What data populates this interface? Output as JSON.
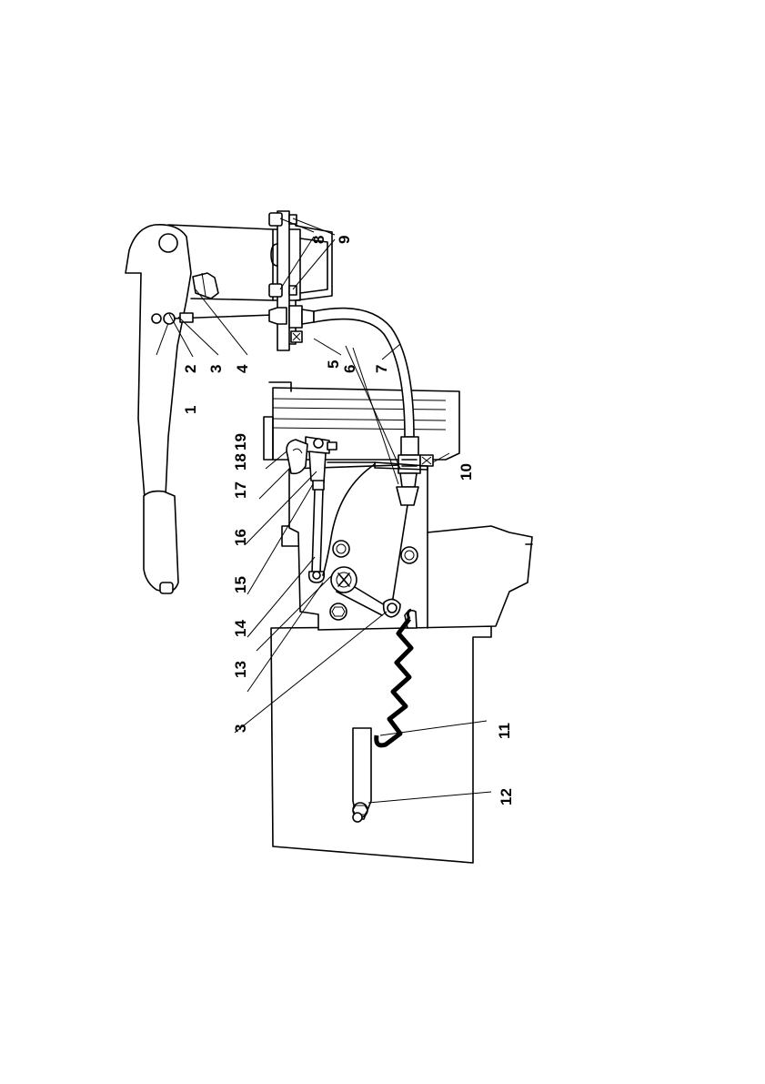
{
  "colors": {
    "line": "#000000",
    "background": "#ffffff",
    "spring": "#000000"
  },
  "callouts": [
    {
      "id": "1",
      "label": "1"
    },
    {
      "id": "2",
      "label": "2"
    },
    {
      "id": "3a",
      "label": "3"
    },
    {
      "id": "4",
      "label": "4"
    },
    {
      "id": "5",
      "label": "5"
    },
    {
      "id": "6",
      "label": "6"
    },
    {
      "id": "7",
      "label": "7"
    },
    {
      "id": "8",
      "label": "8"
    },
    {
      "id": "9",
      "label": "9"
    },
    {
      "id": "10",
      "label": "10"
    },
    {
      "id": "11",
      "label": "11"
    },
    {
      "id": "12",
      "label": "12"
    },
    {
      "id": "13",
      "label": "13"
    },
    {
      "id": "14",
      "label": "14"
    },
    {
      "id": "15",
      "label": "15"
    },
    {
      "id": "16",
      "label": "16"
    },
    {
      "id": "17",
      "label": "17"
    },
    {
      "id": "18",
      "label": "18"
    },
    {
      "id": "19",
      "label": "19"
    },
    {
      "id": "3b",
      "label": "3"
    }
  ]
}
